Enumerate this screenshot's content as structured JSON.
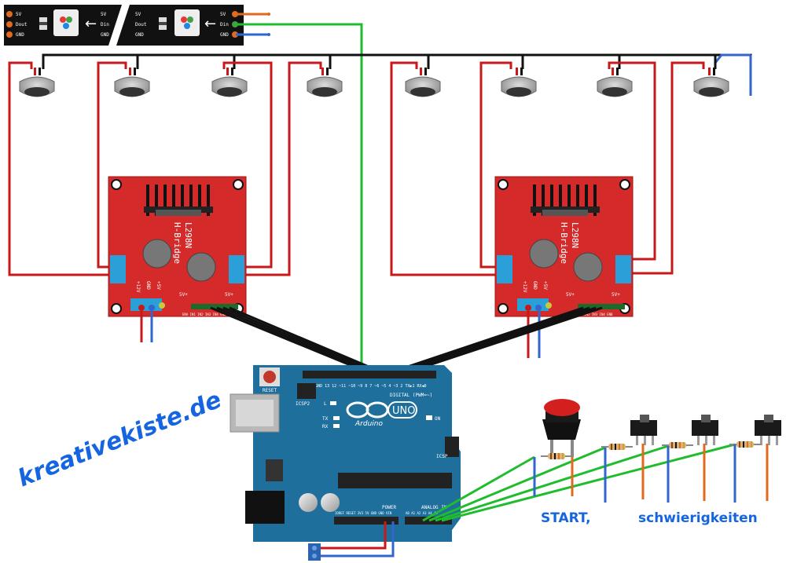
{
  "watermark": "kreativekiste.de",
  "labels": {
    "start": "START,",
    "difficulty": "schwierigkeiten"
  },
  "led_strip": {
    "pins_left": [
      "5V",
      "Dout",
      "GND"
    ],
    "pins_mid_in": [
      "5V",
      "Din",
      "GND"
    ],
    "pins_mid_out": [
      "5V",
      "Dout",
      "GND"
    ],
    "pins_right": [
      "5V",
      "Din",
      "GND"
    ],
    "direction_arrow": "arrow-left-icon"
  },
  "motor_driver": {
    "name": "L298N",
    "subtitle": "H-Bridge",
    "power_pins": [
      "+12V",
      "GND",
      "+5V"
    ],
    "enable_labels": [
      "5V+",
      "5V+"
    ],
    "input_labels": "ENA IN1 IN2 IN3 IN4 ENB"
  },
  "arduino": {
    "brand": "Arduino",
    "model": "UNO",
    "reset": "RESET",
    "icsp2": "ICSP2",
    "icsp": "ICSP",
    "on": "ON",
    "led_l": "L",
    "tx": "TX",
    "rx": "RX",
    "digital_header": "DIGITAL (PWM=~)",
    "digital_pins": "AREF GND 13 12 ~11 ~10 ~9 8 7 ~6 ~5 4 ~3 2 TX▶1 RX◀0",
    "power_header": "POWER",
    "power_pins": "IOREF RESET 3V3 5V GND GND VIN",
    "analog_header": "ANALOG IN",
    "analog_pins": "A0 A1 A2 A3 A4 A5"
  },
  "colors": {
    "board_blue": "#1f6f9c",
    "driver_red": "#d42a2a",
    "wire_red": "#c8191a",
    "wire_green": "#1fbd2e",
    "wire_blue": "#3366cc",
    "wire_orange": "#e06a1f",
    "wire_black": "#111111",
    "label_blue": "#1565e0"
  }
}
